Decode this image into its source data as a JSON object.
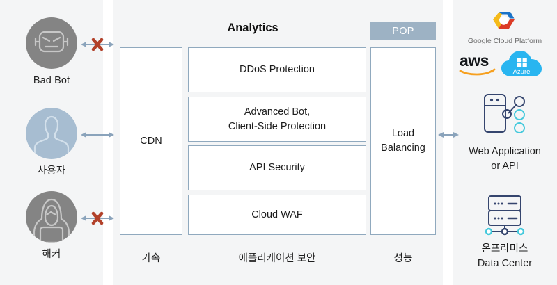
{
  "diagram": {
    "title": "Analytics",
    "pop_badge": "POP",
    "left_panel": {
      "actors": [
        {
          "label": "Bad Bot",
          "icon": "robot-icon",
          "avatar_color": "#848484",
          "blocked": true
        },
        {
          "label": "사용자",
          "icon": "user-icon",
          "avatar_color": "#a7bdd1",
          "blocked": false
        },
        {
          "label": "해커",
          "icon": "hacker-icon",
          "avatar_color": "#848484",
          "blocked": true
        }
      ]
    },
    "center_panel": {
      "cdn_box": "CDN",
      "security_boxes": [
        "DDoS Protection",
        "Advanced Bot,\nClient-Side Protection",
        "API Security",
        "Cloud WAF"
      ],
      "lb_box": "Load\nBalancing",
      "captions": {
        "cdn": "가속",
        "security": "애플리케이션 보안",
        "performance": "성능"
      }
    },
    "right_panel": {
      "clouds": [
        {
          "name": "google-cloud-platform-logo",
          "wordmark": "Google Cloud Platform"
        },
        {
          "name": "aws-logo",
          "wordmark": "aws"
        },
        {
          "name": "azure-logo",
          "wordmark": "Azure"
        }
      ],
      "origin_label": "Web Application\nor API",
      "datacenter_label": "온프라미스\nData Center"
    },
    "colors": {
      "panel_bg": "#f4f5f6",
      "box_border": "#90a9be",
      "pop_badge_bg": "#9db2c4",
      "arrow": "#8aa3bb",
      "block_x": "#b2412a",
      "gray_avatar": "#848484",
      "blue_avatar": "#a7bdd1",
      "azure_blue": "#29b5f0",
      "aws_orange": "#f6a020",
      "gcp_blue": "#1a73c8",
      "gcp_red": "#dc3b26",
      "gcp_yellow": "#f5ba19",
      "server_navy": "#35456e",
      "node_teal": "#45c9dc"
    }
  }
}
